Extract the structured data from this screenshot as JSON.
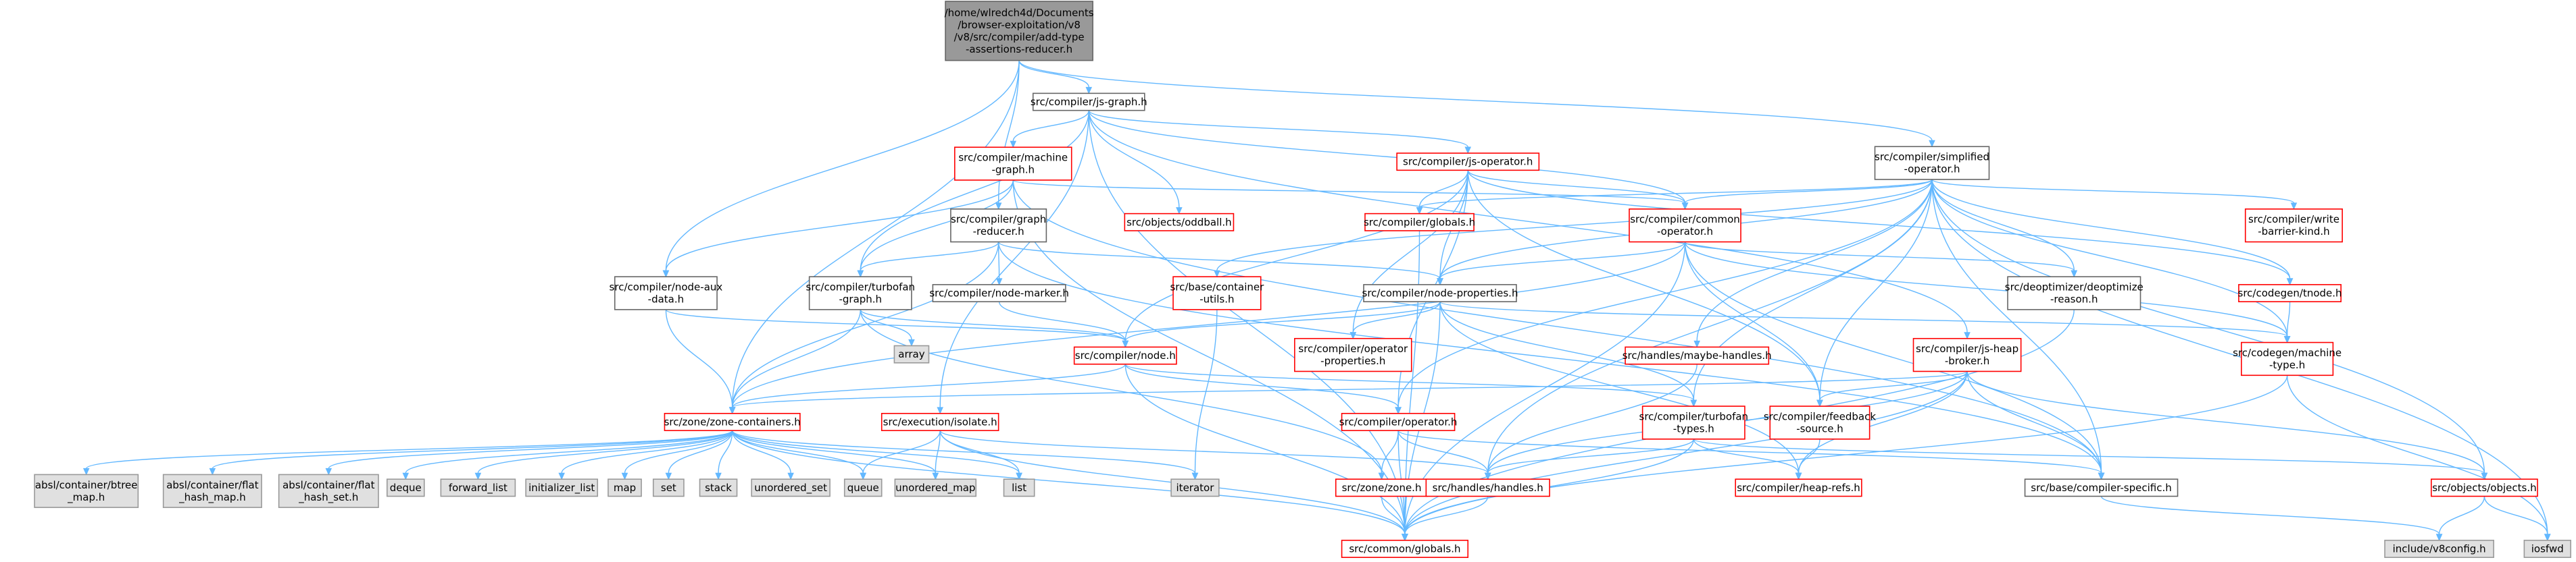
{
  "colors": {
    "root_fill": "#999999",
    "root_stroke": "#666666",
    "normal_fill": "#ffffff",
    "normal_stroke": "#666666",
    "missing_fill": "#ffffff",
    "missing_stroke": "#ff0000",
    "system_fill": "#e0e0e0",
    "system_stroke": "#999999",
    "edge": "#63b8ff"
  },
  "nodes": [
    {
      "id": "root",
      "kind": "root",
      "lines": [
        "/home/wlredch4d/Documents",
        "/browser-exploitation/v8",
        "/v8/src/compiler/add-type",
        "-assertions-reducer.h"
      ]
    },
    {
      "id": "js-graph",
      "kind": "normal",
      "lines": [
        "src/compiler/js-graph.h"
      ]
    },
    {
      "id": "simplified-operator",
      "kind": "normal",
      "lines": [
        "src/compiler/simplified",
        "-operator.h"
      ]
    },
    {
      "id": "machine-graph",
      "kind": "missing",
      "lines": [
        "src/compiler/machine",
        "-graph.h"
      ]
    },
    {
      "id": "js-operator",
      "kind": "missing",
      "lines": [
        "src/compiler/js-operator.h"
      ]
    },
    {
      "id": "oddball",
      "kind": "missing",
      "lines": [
        "src/objects/oddball.h"
      ]
    },
    {
      "id": "compiler-globals",
      "kind": "missing",
      "lines": [
        "src/compiler/globals.h"
      ]
    },
    {
      "id": "common-operator",
      "kind": "missing",
      "lines": [
        "src/compiler/common",
        "-operator.h"
      ]
    },
    {
      "id": "graph-reducer",
      "kind": "normal",
      "lines": [
        "src/compiler/graph",
        "-reducer.h"
      ]
    },
    {
      "id": "write-barrier-kind",
      "kind": "missing",
      "lines": [
        "src/compiler/write",
        "-barrier-kind.h"
      ]
    },
    {
      "id": "node-aux-data",
      "kind": "normal",
      "lines": [
        "src/compiler/node-aux",
        "-data.h"
      ]
    },
    {
      "id": "turbofan-graph",
      "kind": "normal",
      "lines": [
        "src/compiler/turbofan",
        "-graph.h"
      ]
    },
    {
      "id": "node-marker",
      "kind": "normal",
      "lines": [
        "src/compiler/node-marker.h"
      ]
    },
    {
      "id": "container-utils",
      "kind": "missing",
      "lines": [
        "src/base/container",
        "-utils.h"
      ]
    },
    {
      "id": "node-properties",
      "kind": "normal",
      "lines": [
        "src/compiler/node-properties.h"
      ]
    },
    {
      "id": "deoptimize-reason",
      "kind": "normal",
      "lines": [
        "src/deoptimizer/deoptimize",
        "-reason.h"
      ]
    },
    {
      "id": "tnode",
      "kind": "missing",
      "lines": [
        "src/codegen/tnode.h"
      ]
    },
    {
      "id": "array",
      "kind": "system",
      "lines": [
        "array"
      ]
    },
    {
      "id": "compiler-node",
      "kind": "missing",
      "lines": [
        "src/compiler/node.h"
      ]
    },
    {
      "id": "operator-properties",
      "kind": "missing",
      "lines": [
        "src/compiler/operator",
        "-properties.h"
      ]
    },
    {
      "id": "maybe-handles",
      "kind": "missing",
      "lines": [
        "src/handles/maybe-handles.h"
      ]
    },
    {
      "id": "js-heap-broker",
      "kind": "missing",
      "lines": [
        "src/compiler/js-heap",
        "-broker.h"
      ]
    },
    {
      "id": "machine-type",
      "kind": "missing",
      "lines": [
        "src/codegen/machine",
        "-type.h"
      ]
    },
    {
      "id": "zone-containers",
      "kind": "missing",
      "lines": [
        "src/zone/zone-containers.h"
      ]
    },
    {
      "id": "isolate",
      "kind": "missing",
      "lines": [
        "src/execution/isolate.h"
      ]
    },
    {
      "id": "compiler-operator",
      "kind": "missing",
      "lines": [
        "src/compiler/operator.h"
      ]
    },
    {
      "id": "turbofan-types",
      "kind": "missing",
      "lines": [
        "src/compiler/turbofan",
        "-types.h"
      ]
    },
    {
      "id": "feedback-source",
      "kind": "missing",
      "lines": [
        "src/compiler/feedback",
        "-source.h"
      ]
    },
    {
      "id": "btree-map",
      "kind": "system",
      "lines": [
        "absl/container/btree",
        "_map.h"
      ]
    },
    {
      "id": "flat-hash-map",
      "kind": "system",
      "lines": [
        "absl/container/flat",
        "_hash_map.h"
      ]
    },
    {
      "id": "flat-hash-set",
      "kind": "system",
      "lines": [
        "absl/container/flat",
        "_hash_set.h"
      ]
    },
    {
      "id": "deque",
      "kind": "system",
      "lines": [
        "deque"
      ]
    },
    {
      "id": "forward-list",
      "kind": "system",
      "lines": [
        "forward_list"
      ]
    },
    {
      "id": "initializer-list",
      "kind": "system",
      "lines": [
        "initializer_list"
      ]
    },
    {
      "id": "map",
      "kind": "system",
      "lines": [
        "map"
      ]
    },
    {
      "id": "set",
      "kind": "system",
      "lines": [
        "set"
      ]
    },
    {
      "id": "stack",
      "kind": "system",
      "lines": [
        "stack"
      ]
    },
    {
      "id": "unordered-set",
      "kind": "system",
      "lines": [
        "unordered_set"
      ]
    },
    {
      "id": "queue",
      "kind": "system",
      "lines": [
        "queue"
      ]
    },
    {
      "id": "unordered-map",
      "kind": "system",
      "lines": [
        "unordered_map"
      ]
    },
    {
      "id": "list",
      "kind": "system",
      "lines": [
        "list"
      ]
    },
    {
      "id": "iterator",
      "kind": "system",
      "lines": [
        "iterator"
      ]
    },
    {
      "id": "zone",
      "kind": "missing",
      "lines": [
        "src/zone/zone.h"
      ]
    },
    {
      "id": "handles",
      "kind": "missing",
      "lines": [
        "src/handles/handles.h"
      ]
    },
    {
      "id": "heap-refs",
      "kind": "missing",
      "lines": [
        "src/compiler/heap-refs.h"
      ]
    },
    {
      "id": "compiler-specific",
      "kind": "normal",
      "lines": [
        "src/base/compiler-specific.h"
      ]
    },
    {
      "id": "objects",
      "kind": "missing",
      "lines": [
        "src/objects/objects.h"
      ]
    },
    {
      "id": "common-globals",
      "kind": "missing",
      "lines": [
        "src/common/globals.h"
      ]
    },
    {
      "id": "v8config",
      "kind": "system",
      "lines": [
        "include/v8config.h"
      ]
    },
    {
      "id": "iosfwd",
      "kind": "system",
      "lines": [
        "iosfwd"
      ]
    }
  ],
  "edges": [
    [
      "root",
      "js-graph"
    ],
    [
      "root",
      "simplified-operator"
    ],
    [
      "root",
      "graph-reducer"
    ],
    [
      "root",
      "node-aux-data"
    ],
    [
      "root",
      "zone-containers"
    ],
    [
      "js-graph",
      "machine-graph"
    ],
    [
      "js-graph",
      "js-operator"
    ],
    [
      "js-graph",
      "oddball"
    ],
    [
      "js-graph",
      "common-operator"
    ],
    [
      "js-graph",
      "turbofan-graph"
    ],
    [
      "js-graph",
      "isolate"
    ],
    [
      "js-graph",
      "js-heap-broker"
    ],
    [
      "js-graph",
      "common-globals"
    ],
    [
      "machine-graph",
      "common-operator"
    ],
    [
      "machine-graph",
      "turbofan-graph"
    ],
    [
      "machine-graph",
      "node-aux-data"
    ],
    [
      "machine-graph",
      "compiler-specific"
    ],
    [
      "machine-graph",
      "common-globals"
    ],
    [
      "js-operator",
      "compiler-globals"
    ],
    [
      "js-operator",
      "common-operator"
    ],
    [
      "js-operator",
      "node-properties"
    ],
    [
      "js-operator",
      "compiler-operator"
    ],
    [
      "js-operator",
      "operator-properties"
    ],
    [
      "js-operator",
      "feedback-source"
    ],
    [
      "js-operator",
      "tnode"
    ],
    [
      "js-operator",
      "compiler-node"
    ],
    [
      "simplified-operator",
      "compiler-globals"
    ],
    [
      "simplified-operator",
      "common-operator"
    ],
    [
      "simplified-operator",
      "write-barrier-kind"
    ],
    [
      "simplified-operator",
      "container-utils"
    ],
    [
      "simplified-operator",
      "node-properties"
    ],
    [
      "simplified-operator",
      "deoptimize-reason"
    ],
    [
      "simplified-operator",
      "tnode"
    ],
    [
      "simplified-operator",
      "maybe-handles"
    ],
    [
      "simplified-operator",
      "machine-type"
    ],
    [
      "simplified-operator",
      "turbofan-types"
    ],
    [
      "simplified-operator",
      "feedback-source"
    ],
    [
      "simplified-operator",
      "compiler-specific"
    ],
    [
      "simplified-operator",
      "objects"
    ],
    [
      "simplified-operator",
      "iosfwd"
    ],
    [
      "simplified-operator",
      "handles"
    ],
    [
      "simplified-operator",
      "compiler-operator"
    ],
    [
      "graph-reducer",
      "turbofan-graph"
    ],
    [
      "graph-reducer",
      "node-marker"
    ],
    [
      "graph-reducer",
      "node-properties"
    ],
    [
      "graph-reducer",
      "zone-containers"
    ],
    [
      "graph-reducer",
      "compiler-specific"
    ],
    [
      "node-aux-data",
      "compiler-node"
    ],
    [
      "node-aux-data",
      "zone-containers"
    ],
    [
      "turbofan-graph",
      "array"
    ],
    [
      "turbofan-graph",
      "compiler-node"
    ],
    [
      "turbofan-graph",
      "zone-containers"
    ],
    [
      "turbofan-graph",
      "zone"
    ],
    [
      "node-marker",
      "compiler-node"
    ],
    [
      "common-operator",
      "node-properties"
    ],
    [
      "common-operator",
      "deoptimize-reason"
    ],
    [
      "common-operator",
      "feedback-source"
    ],
    [
      "common-operator",
      "machine-type"
    ],
    [
      "common-operator",
      "compiler-specific"
    ],
    [
      "common-operator",
      "common-globals"
    ],
    [
      "common-operator",
      "zone-containers"
    ],
    [
      "compiler-globals",
      "common-globals"
    ],
    [
      "container-utils",
      "iterator"
    ],
    [
      "node-properties",
      "compiler-node"
    ],
    [
      "node-properties",
      "operator-properties"
    ],
    [
      "node-properties",
      "turbofan-types"
    ],
    [
      "node-properties",
      "heap-refs"
    ],
    [
      "node-properties",
      "machine-type"
    ],
    [
      "node-properties",
      "common-globals"
    ],
    [
      "tnode",
      "machine-type"
    ],
    [
      "compiler-node",
      "compiler-operator"
    ],
    [
      "compiler-node",
      "turbofan-types"
    ],
    [
      "compiler-node",
      "zone-containers"
    ],
    [
      "compiler-node",
      "common-globals"
    ],
    [
      "maybe-handles",
      "handles"
    ],
    [
      "js-heap-broker",
      "feedback-source"
    ],
    [
      "js-heap-broker",
      "heap-refs"
    ],
    [
      "js-heap-broker",
      "handles"
    ],
    [
      "js-heap-broker",
      "objects"
    ],
    [
      "js-heap-broker",
      "compiler-specific"
    ],
    [
      "js-heap-broker",
      "common-globals"
    ],
    [
      "js-heap-broker",
      "zone-containers"
    ],
    [
      "machine-type",
      "common-globals"
    ],
    [
      "machine-type",
      "iosfwd"
    ],
    [
      "deoptimize-reason",
      "common-globals"
    ],
    [
      "zone-containers",
      "btree-map"
    ],
    [
      "zone-containers",
      "flat-hash-map"
    ],
    [
      "zone-containers",
      "flat-hash-set"
    ],
    [
      "zone-containers",
      "deque"
    ],
    [
      "zone-containers",
      "forward-list"
    ],
    [
      "zone-containers",
      "initializer-list"
    ],
    [
      "zone-containers",
      "map"
    ],
    [
      "zone-containers",
      "set"
    ],
    [
      "zone-containers",
      "stack"
    ],
    [
      "zone-containers",
      "unordered-set"
    ],
    [
      "zone-containers",
      "queue"
    ],
    [
      "zone-containers",
      "unordered-map"
    ],
    [
      "zone-containers",
      "list"
    ],
    [
      "zone-containers",
      "iterator"
    ],
    [
      "zone-containers",
      "common-globals"
    ],
    [
      "isolate",
      "queue"
    ],
    [
      "isolate",
      "unordered-map"
    ],
    [
      "isolate",
      "list"
    ],
    [
      "isolate",
      "handles"
    ],
    [
      "isolate",
      "common-globals"
    ],
    [
      "compiler-operator",
      "zone"
    ],
    [
      "compiler-operator",
      "handles"
    ],
    [
      "compiler-operator",
      "compiler-specific"
    ],
    [
      "compiler-operator",
      "common-globals"
    ],
    [
      "turbofan-types",
      "heap-refs"
    ],
    [
      "turbofan-types",
      "handles"
    ],
    [
      "turbofan-types",
      "objects"
    ],
    [
      "turbofan-types",
      "common-globals"
    ],
    [
      "feedback-source",
      "heap-refs"
    ],
    [
      "zone",
      "common-globals"
    ],
    [
      "handles",
      "common-globals"
    ],
    [
      "compiler-specific",
      "v8config"
    ],
    [
      "objects",
      "v8config"
    ],
    [
      "objects",
      "iosfwd"
    ]
  ]
}
